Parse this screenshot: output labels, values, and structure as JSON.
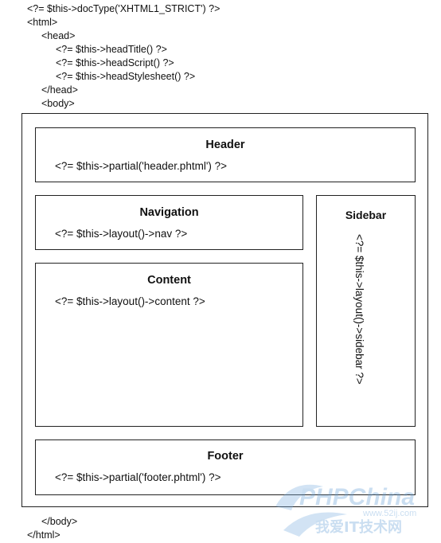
{
  "code_top": {
    "line1": "<?= $this->docType('XHTML1_STRICT') ?>",
    "line2": "<html>",
    "line3": "<head>",
    "line4": "<?= $this->headTitle() ?>",
    "line5": "<?= $this->headScript() ?>",
    "line6": "<?= $this->headStylesheet() ?>",
    "line7": "</head>",
    "line8": "<body>"
  },
  "header": {
    "title": "Header",
    "code": "<?= $this->partial('header.phtml') ?>"
  },
  "navigation": {
    "title": "Navigation",
    "code": "<?= $this->layout()->nav ?>"
  },
  "content": {
    "title": "Content",
    "code": "<?= $this->layout()->content ?>"
  },
  "sidebar": {
    "title": "Sidebar",
    "code": "<?= $this->layout()->sidebar ?>"
  },
  "footer": {
    "title": "Footer",
    "code": "<?= $this->partial('footer.phtml') ?>"
  },
  "code_bottom": {
    "line1": "</body>",
    "line2": "</html>"
  },
  "watermark": {
    "brand": "PHPChina",
    "site": "www.52ij.com",
    "cn": "我爱IT技术网"
  }
}
